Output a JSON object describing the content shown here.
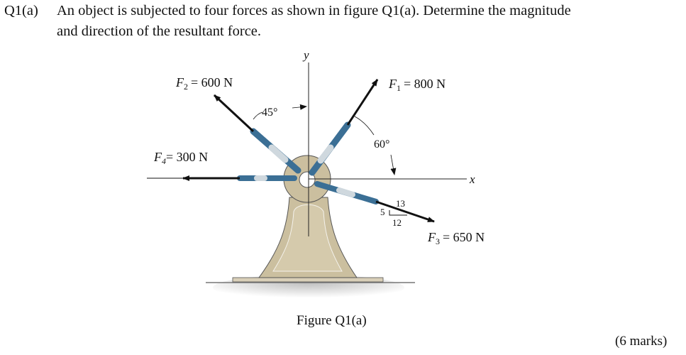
{
  "question": {
    "number": "Q1(a)",
    "line1": "An object is subjected to four forces as shown in figure Q1(a). Determine the magnitude",
    "line2": "and direction of the resultant force.",
    "marks": "(6 marks)"
  },
  "figure": {
    "caption": "Figure Q1(a)",
    "axis_x": "x",
    "axis_y": "y",
    "forces": {
      "F1": {
        "sym": "F",
        "sub": "1",
        "value": "= 800 N"
      },
      "F2": {
        "sym": "F",
        "sub": "2",
        "value": "= 600 N"
      },
      "F3": {
        "sym": "F",
        "sub": "3",
        "value": "= 650 N"
      },
      "F4": {
        "sym": "F",
        "sub": "4",
        "value": "= 300 N"
      }
    },
    "angle_f2": "45°",
    "angle_f1": "60°",
    "slope": {
      "hyp": "13",
      "rise": "5",
      "run": "12"
    }
  }
}
